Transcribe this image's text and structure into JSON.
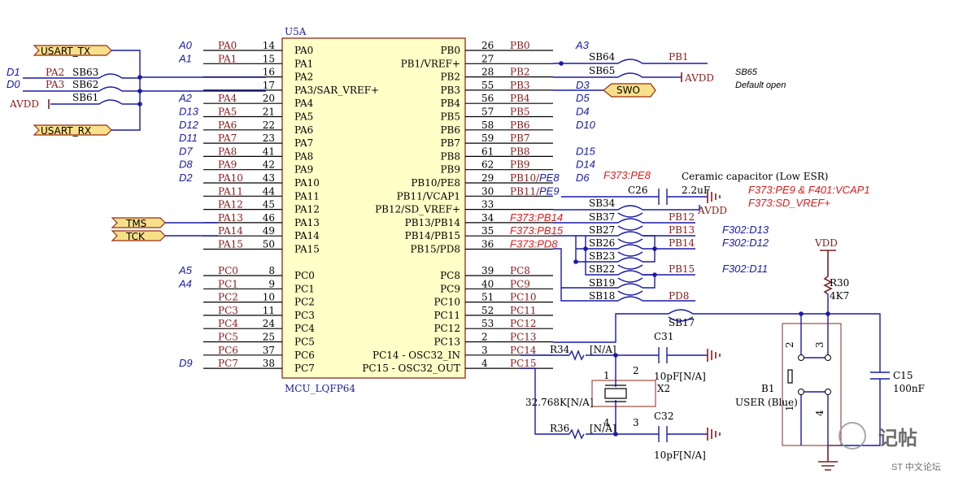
{
  "chip": {
    "designator": "U5A",
    "package": "MCU_LQFP64"
  },
  "left_pins": [
    {
      "pin": "PA0",
      "num": "14",
      "net": "PA0",
      "ard": "A0"
    },
    {
      "pin": "PA1",
      "num": "15",
      "net": "PA1",
      "ard": "A1"
    },
    {
      "pin": "PA2",
      "num": "16",
      "net": "",
      "ard": ""
    },
    {
      "pin": "PA3/SAR_VREF+",
      "num": "17",
      "net": "",
      "ard": ""
    },
    {
      "pin": "PA4",
      "num": "20",
      "net": "PA4",
      "ard": "A2"
    },
    {
      "pin": "PA5",
      "num": "21",
      "net": "PA5",
      "ard": "D13"
    },
    {
      "pin": "PA6",
      "num": "22",
      "net": "PA6",
      "ard": "D12"
    },
    {
      "pin": "PA7",
      "num": "23",
      "net": "PA7",
      "ard": "D11"
    },
    {
      "pin": "PA8",
      "num": "41",
      "net": "PA8",
      "ard": "D7"
    },
    {
      "pin": "PA9",
      "num": "42",
      "net": "PA9",
      "ard": "D8"
    },
    {
      "pin": "PA10",
      "num": "43",
      "net": "PA10",
      "ard": "D2"
    },
    {
      "pin": "PA11",
      "num": "44",
      "net": "PA11",
      "ard": ""
    },
    {
      "pin": "PA12",
      "num": "45",
      "net": "PA12",
      "ard": ""
    },
    {
      "pin": "PA13",
      "num": "46",
      "net": "PA13",
      "ard": ""
    },
    {
      "pin": "PA14",
      "num": "49",
      "net": "PA14",
      "ard": ""
    },
    {
      "pin": "PA15",
      "num": "50",
      "net": "PA15",
      "ard": ""
    },
    {
      "pin": "PC0",
      "num": "8",
      "net": "PC0",
      "ard": "A5"
    },
    {
      "pin": "PC1",
      "num": "9",
      "net": "PC1",
      "ard": "A4"
    },
    {
      "pin": "PC2",
      "num": "10",
      "net": "PC2",
      "ard": ""
    },
    {
      "pin": "PC3",
      "num": "11",
      "net": "PC3",
      "ard": ""
    },
    {
      "pin": "PC4",
      "num": "24",
      "net": "PC4",
      "ard": ""
    },
    {
      "pin": "PC5",
      "num": "25",
      "net": "PC5",
      "ard": ""
    },
    {
      "pin": "PC6",
      "num": "37",
      "net": "PC6",
      "ard": ""
    },
    {
      "pin": "PC7",
      "num": "38",
      "net": "PC7",
      "ard": "D9"
    }
  ],
  "right_pins": [
    {
      "pin": "PB0",
      "num": "26",
      "net": "PB0",
      "ard": "A3",
      "red": ""
    },
    {
      "pin": "PB1/VREF+",
      "num": "27",
      "net": "",
      "ard": "",
      "red": ""
    },
    {
      "pin": "PB2",
      "num": "28",
      "net": "PB2",
      "ard": "",
      "red": ""
    },
    {
      "pin": "PB3",
      "num": "55",
      "net": "PB3",
      "ard": "D3",
      "red": ""
    },
    {
      "pin": "PB4",
      "num": "56",
      "net": "PB4",
      "ard": "D5",
      "red": ""
    },
    {
      "pin": "PB5",
      "num": "57",
      "net": "PB5",
      "ard": "D4",
      "red": ""
    },
    {
      "pin": "PB6",
      "num": "58",
      "net": "PB6",
      "ard": "D10",
      "red": ""
    },
    {
      "pin": "PB7",
      "num": "59",
      "net": "PB7",
      "ard": "",
      "red": ""
    },
    {
      "pin": "PB8",
      "num": "61",
      "net": "PB8",
      "ard": "D15",
      "red": ""
    },
    {
      "pin": "PB9",
      "num": "62",
      "net": "PB9",
      "ard": "D14",
      "red": ""
    },
    {
      "pin": "PB10/PE8",
      "num": "29",
      "net": "PB10/",
      "ard": "D6",
      "red": "",
      "suffix": "PE8"
    },
    {
      "pin": "PB11/VCAP1",
      "num": "30",
      "net": "PB11/",
      "ard": "",
      "red": "",
      "suffix": "PE9"
    },
    {
      "pin": "PB12/SD_VREF+",
      "num": "33",
      "net": "",
      "ard": "",
      "red": ""
    },
    {
      "pin": "PB13/PB14",
      "num": "34",
      "net": "",
      "ard": "",
      "red": "F373:PB14"
    },
    {
      "pin": "PB14/PB15",
      "num": "35",
      "net": "",
      "ard": "",
      "red": "F373:PB15"
    },
    {
      "pin": "PB15/PD8",
      "num": "36",
      "net": "",
      "ard": "",
      "red": "F373:PD8"
    },
    {
      "pin": "PC8",
      "num": "39",
      "net": "PC8",
      "ard": "",
      "red": ""
    },
    {
      "pin": "PC9",
      "num": "40",
      "net": "PC9",
      "ard": "",
      "red": ""
    },
    {
      "pin": "PC10",
      "num": "51",
      "net": "PC10",
      "ard": "",
      "red": ""
    },
    {
      "pin": "PC11",
      "num": "52",
      "net": "PC11",
      "ard": "",
      "red": ""
    },
    {
      "pin": "PC12",
      "num": "53",
      "net": "PC12",
      "ard": "",
      "red": ""
    },
    {
      "pin": "PC13",
      "num": "2",
      "net": "PC13",
      "ard": "",
      "red": ""
    },
    {
      "pin": "PC14 - OSC32_IN",
      "num": "3",
      "net": "PC14",
      "ard": "",
      "red": ""
    },
    {
      "pin": "PC15 - OSC32_OUT",
      "num": "4",
      "net": "PC15",
      "ard": "",
      "red": ""
    }
  ],
  "ports": {
    "usart_tx": "USART_TX",
    "usart_rx": "USART_RX",
    "tms": "TMS",
    "tck": "TCK",
    "swo": "SWO"
  },
  "left_side": {
    "d1": "D1",
    "d0": "D0",
    "avdd": "AVDD",
    "pa2": "PA2",
    "pa3": "PA3",
    "sb63": "SB63",
    "sb62": "SB62",
    "sb61": "SB61"
  },
  "right_side": {
    "sb64": "SB64",
    "sb65": "SB65",
    "pb1": "PB1",
    "avdd": "AVDD",
    "sb65_note1": "SB65",
    "sb65_note2": "Default open",
    "f373_pe8": "F373:PE8",
    "cer_note": "Ceramic capacitor (Low ESR)",
    "c26": "C26",
    "c26_val": "2.2uF",
    "f373_pe9": "F373:PE9 & F401:VCAP1",
    "f373_sdvref": "F373:SD_VREF+",
    "sb34": "SB34",
    "avdd2": "AVDD",
    "sb37": "SB37",
    "pb12": "PB12",
    "sb27": "SB27",
    "pb13": "PB13",
    "f302_d13": "F302:D13",
    "sb26": "SB26",
    "pb14": "PB14",
    "f302_d12": "F302:D12",
    "sb23": "SB23",
    "sb22": "SB22",
    "pb15": "PB15",
    "f302_d11": "F302:D11",
    "sb19": "SB19",
    "sb18": "SB18",
    "pd8": "PD8",
    "sb17": "SB17"
  },
  "osc": {
    "r34": "R34",
    "na1": "[N/A]",
    "c31": "C31",
    "c31_val": "10pF[N/A]",
    "x2": "X2",
    "x2_val": "32.768K[N/A]",
    "r36": "R36",
    "na2": "[N/A]",
    "c32": "C32",
    "c32_val": "10pF[N/A]",
    "p1": "1",
    "p2": "2",
    "p3": "3",
    "p4": "4"
  },
  "button": {
    "vdd": "VDD",
    "r30": "R30",
    "r30_val": "4K7",
    "b1": "B1",
    "b1_desc": "USER (Blue)",
    "c15": "C15",
    "c15_val": "100nF",
    "p1": "1",
    "p2": "2",
    "p3": "3",
    "p4": "4"
  },
  "watermark": {
    "main": "记帖",
    "sub": "ST 中文论坛"
  }
}
